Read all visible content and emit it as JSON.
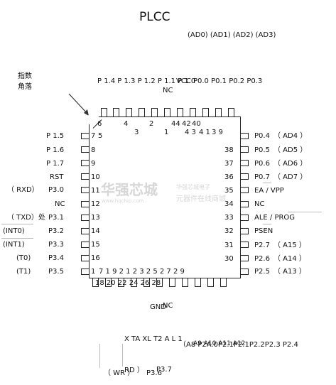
{
  "title": "PLCC",
  "annotation": "指数\n角落",
  "top_signals": "(AD0) (AD1) (AD2) (AD3)",
  "top_port_labels_left": "P 1.4 P 1.3 P 1.2 P 1.1 P 1.0",
  "top_port_labels_right": "VCC P0.0 P0.1 P0.2 P0.3",
  "top_nc": "NC",
  "top_numbers_row1": [
    "6",
    "4",
    "2",
    "44",
    "42",
    "40"
  ],
  "top_numbers_row2": [
    "3",
    "1",
    "4 3",
    "4 1",
    "3 9"
  ],
  "first_pin": "7",
  "left_pins": [
    {
      "signal": "",
      "port": "P 1.5",
      "num": "5"
    },
    {
      "signal": "",
      "port": "P 1.6",
      "num": "8"
    },
    {
      "signal": "",
      "port": "P 1.7",
      "num": "9"
    },
    {
      "signal": "",
      "port": "RST",
      "num": "10"
    },
    {
      "signal": "（ RXD）",
      "port": "P3.0",
      "num": "11"
    },
    {
      "signal": "",
      "port": "NC",
      "num": "12"
    },
    {
      "signal": "（ TXD）处",
      "port": "P3.1",
      "num": "13"
    },
    {
      "signal": "(INT0)",
      "port": "P3.2",
      "num": "14"
    },
    {
      "signal": "(INT1)",
      "port": "P3.3",
      "num": "15"
    },
    {
      "signal": "(T0)",
      "port": "P3.4",
      "num": "16"
    },
    {
      "signal": "(T1)",
      "port": "P3.5",
      "num": "1"
    }
  ],
  "right_pins": [
    {
      "num": "",
      "port": "P0.4",
      "signal": "（ AD4 ）"
    },
    {
      "num": "38",
      "port": "P0.5",
      "signal": "（ AD5 ）"
    },
    {
      "num": "37",
      "port": "P0.6",
      "signal": "（ AD6 ）"
    },
    {
      "num": "36",
      "port": "P0.7",
      "signal": "（ AD7 ）"
    },
    {
      "num": "35",
      "port": "EA / VPP",
      "signal": ""
    },
    {
      "num": "34",
      "port": "NC",
      "signal": ""
    },
    {
      "num": "33",
      "port": "ALE / PROG",
      "signal": ""
    },
    {
      "num": "32",
      "port": "PSEN",
      "signal": ""
    },
    {
      "num": "31",
      "port": "P2.7",
      "signal": "（ A15 ）"
    },
    {
      "num": "30",
      "port": "P2.6",
      "signal": "（ A14 ）"
    },
    {
      "num": "",
      "port": "P2.5",
      "signal": "（ A13 ）"
    }
  ],
  "bottom_numbers_row1": "7 1 9 2 1 2 3 2 5 2 7 2 9",
  "bottom_numbers_row2": "18 20 22 24 26 28",
  "bottom_gnd": "GND",
  "bottom_nc": "NC",
  "bottom_xtal": "X TA XL T2 A L 1",
  "bottom_addr": "（A8 P2A.0P2.1P2.1P2.2P2.3 P2.4",
  "bottom_addr_sub": "A9 A10 A11 A12",
  "bottom_wr": "（ WR ）",
  "bottom_rd": "RD ）",
  "bottom_p36": "P3.6",
  "bottom_p37": "P3.7",
  "watermark_cn": "华强芯城",
  "watermark_url": "www.hqchip.com",
  "watermark_line1": "华强芯城电子",
  "watermark_line2": "元器件在线商城"
}
